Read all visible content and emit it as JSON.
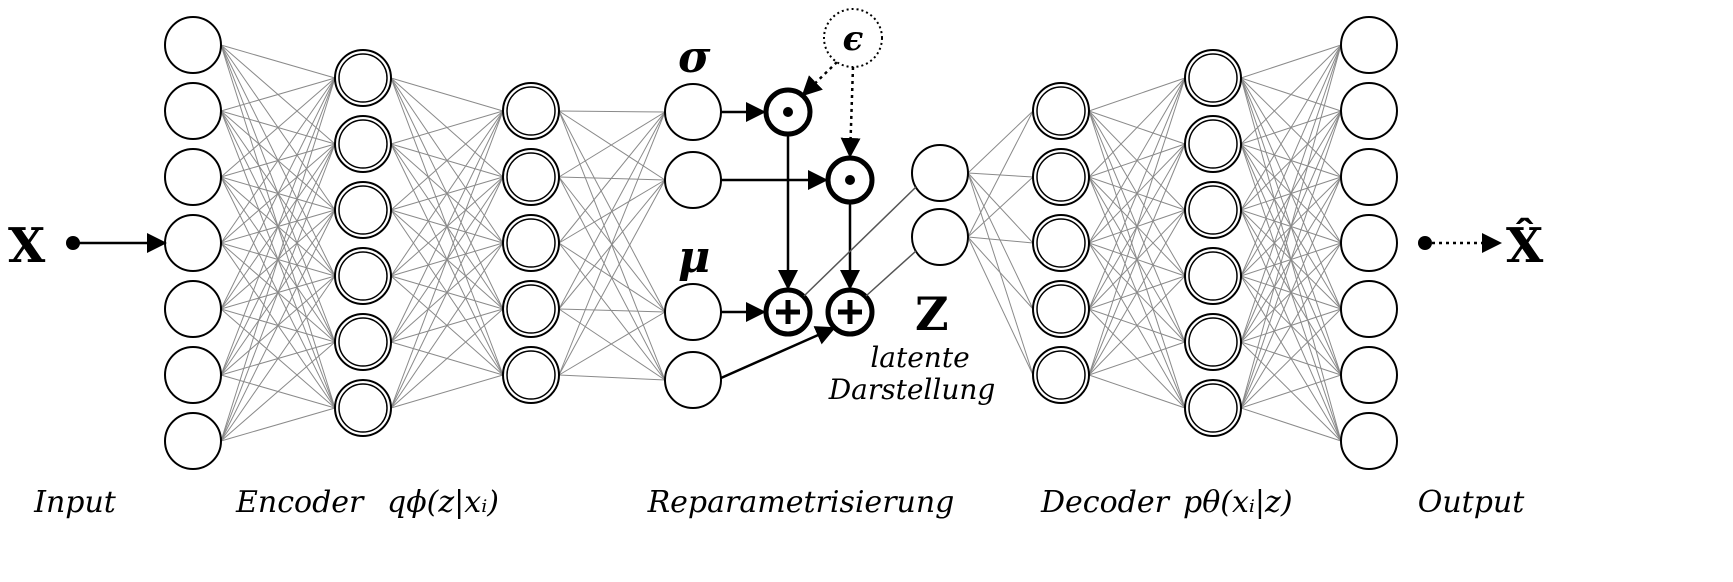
{
  "symbols": {
    "x": "X",
    "x_hat": "X̂",
    "sigma": "σ",
    "mu": "μ",
    "epsilon": "ϵ",
    "z": "Z",
    "odot": "⊙",
    "oplus": "⊕"
  },
  "labels": {
    "input": "Input",
    "encoder_word": "Encoder",
    "encoder_formula": "qϕ(z|xᵢ)",
    "reparam": "Reparametrisierung",
    "decoder_word": "Decoder",
    "decoder_formula": "pθ(xᵢ|z)",
    "output": "Output",
    "latent_line1": "latente",
    "latent_line2": "Darstellung"
  },
  "network": {
    "encoder_layers": [
      7,
      6,
      5
    ],
    "latent_params": [
      "sigma",
      "sigma",
      "mu",
      "mu"
    ],
    "latent_units": 2,
    "decoder_layers": [
      5,
      6,
      7
    ]
  },
  "colors": {
    "stroke": "#000000",
    "edge": "#8a8a8a",
    "background": "#ffffff"
  },
  "icons": {
    "multiply": "odot-icon",
    "add": "oplus-icon",
    "noise_node": "dotted-circle-icon",
    "arrow": "arrow-icon"
  }
}
